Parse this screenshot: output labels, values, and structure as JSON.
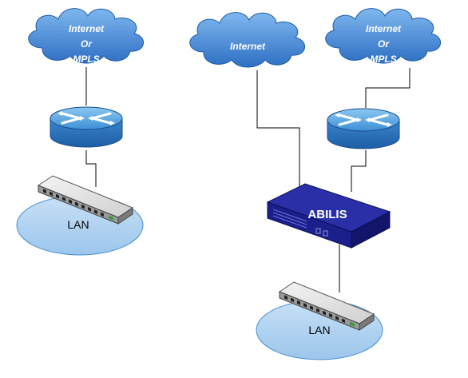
{
  "clouds": {
    "left": {
      "lines": [
        "Internet",
        "Or",
        "MPLS"
      ]
    },
    "middle": {
      "lines": [
        "Internet"
      ]
    },
    "right": {
      "lines": [
        "Internet",
        "Or",
        "MPLS"
      ]
    }
  },
  "appliance": {
    "label": "ABILIS"
  },
  "lans": {
    "left": "LAN",
    "right": "LAN"
  },
  "colors": {
    "cloud": "#3B7FD1",
    "router_top": "#5AA9E6",
    "router_side": "#2A6FB8",
    "appliance": "#1B1F8C",
    "lan_fill": "#A9CDEF"
  }
}
